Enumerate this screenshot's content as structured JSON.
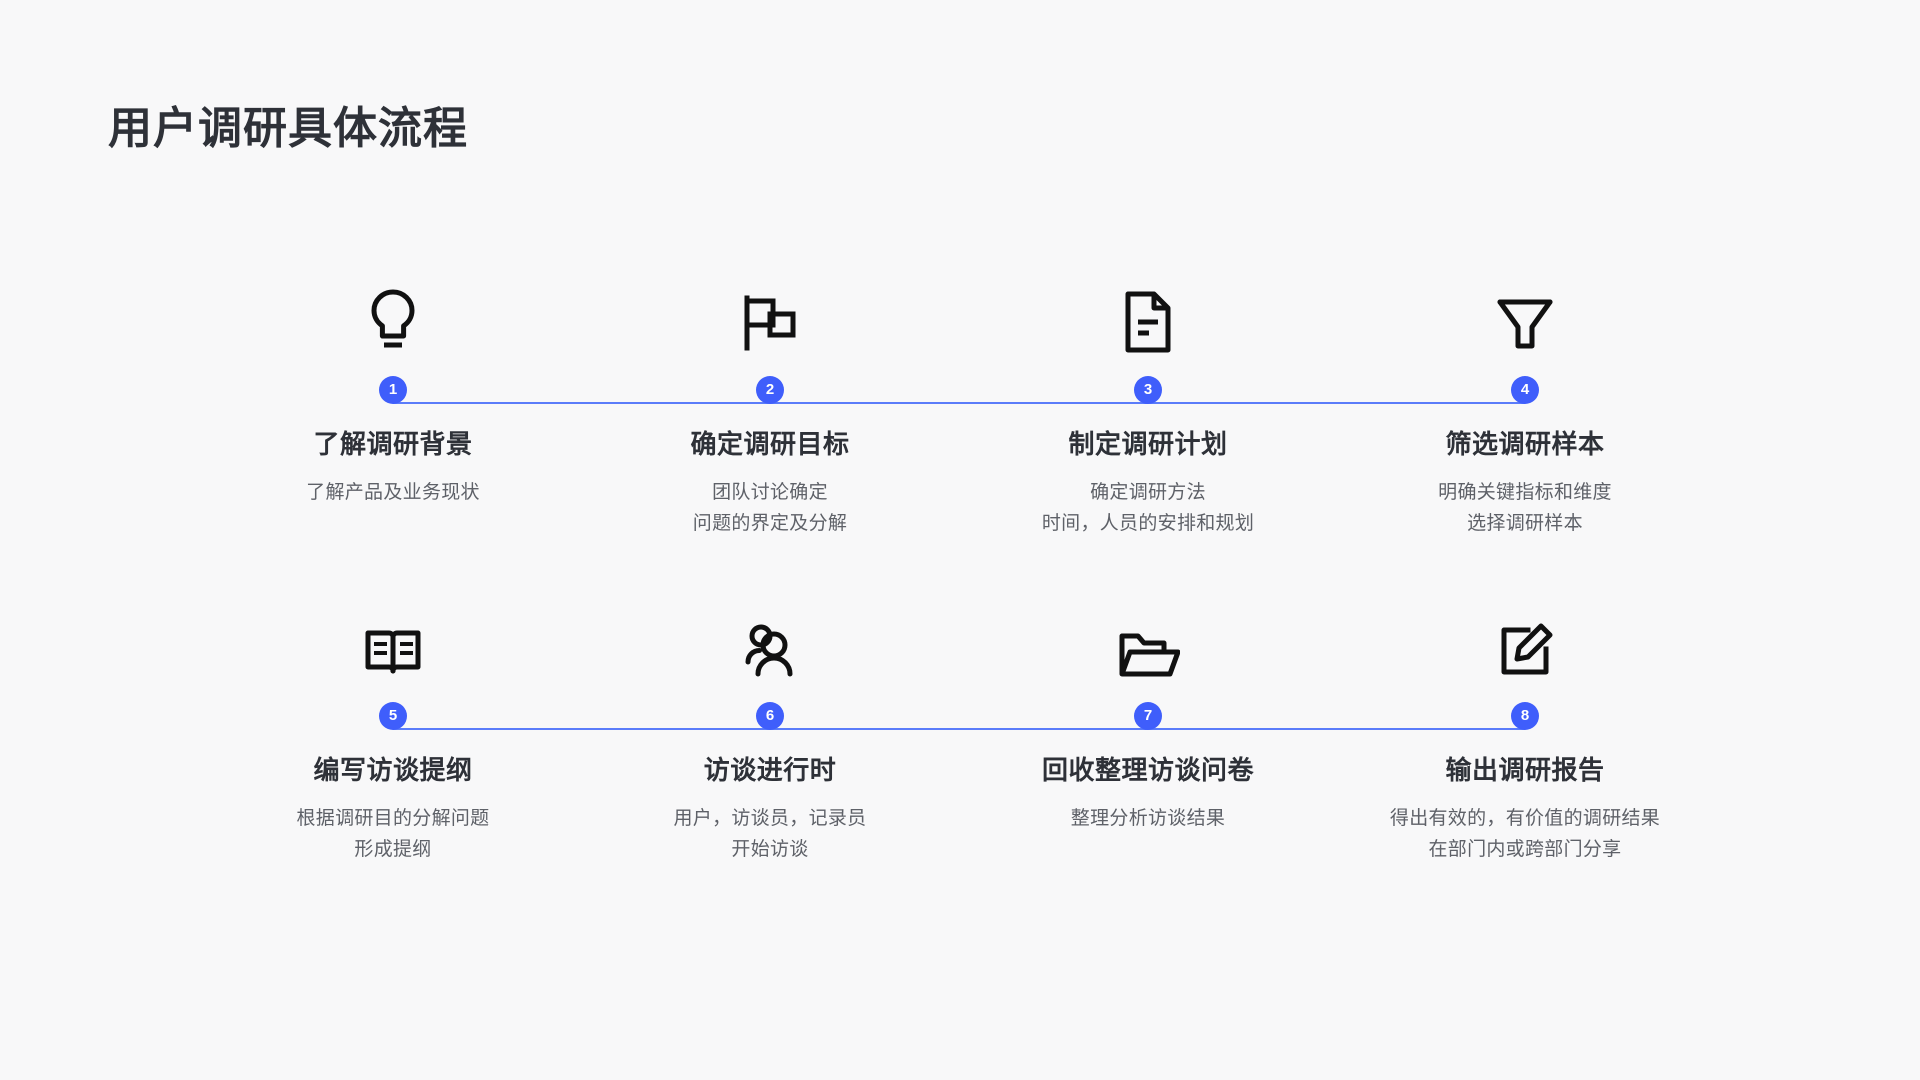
{
  "page": {
    "title": "用户调研具体流程",
    "background_color": "#f8f8f9",
    "accent_color": "#3f5efb",
    "line_color": "#5b7cfa",
    "title_color": "#2e3138",
    "desc_color": "#5e6168"
  },
  "rows": [
    {
      "steps": [
        {
          "number": "1",
          "icon": "lightbulb-icon",
          "title": "了解调研背景",
          "desc_lines": [
            "了解产品及业务现状"
          ]
        },
        {
          "number": "2",
          "icon": "flag-icon",
          "title": "确定调研目标",
          "desc_lines": [
            "团队讨论确定",
            "问题的界定及分解"
          ]
        },
        {
          "number": "3",
          "icon": "document-icon",
          "title": "制定调研计划",
          "desc_lines": [
            "确定调研方法",
            "时间，人员的安排和规划"
          ]
        },
        {
          "number": "4",
          "icon": "funnel-filter-icon",
          "title": "筛选调研样本",
          "desc_lines": [
            "明确关键指标和维度",
            "选择调研样本"
          ]
        }
      ]
    },
    {
      "steps": [
        {
          "number": "5",
          "icon": "open-book-icon",
          "title": "编写访谈提纲",
          "desc_lines": [
            "根据调研目的分解问题",
            "形成提纲"
          ]
        },
        {
          "number": "6",
          "icon": "people-icon",
          "title": "访谈进行时",
          "desc_lines": [
            "用户，访谈员，记录员",
            "开始访谈"
          ]
        },
        {
          "number": "7",
          "icon": "open-folder-icon",
          "title": "回收整理访谈问卷",
          "desc_lines": [
            "整理分析访谈结果"
          ]
        },
        {
          "number": "8",
          "icon": "edit-square-icon",
          "title": "输出调研报告",
          "desc_lines": [
            "得出有效的，有价值的调研结果",
            "在部门内或跨部门分享"
          ]
        }
      ]
    }
  ]
}
